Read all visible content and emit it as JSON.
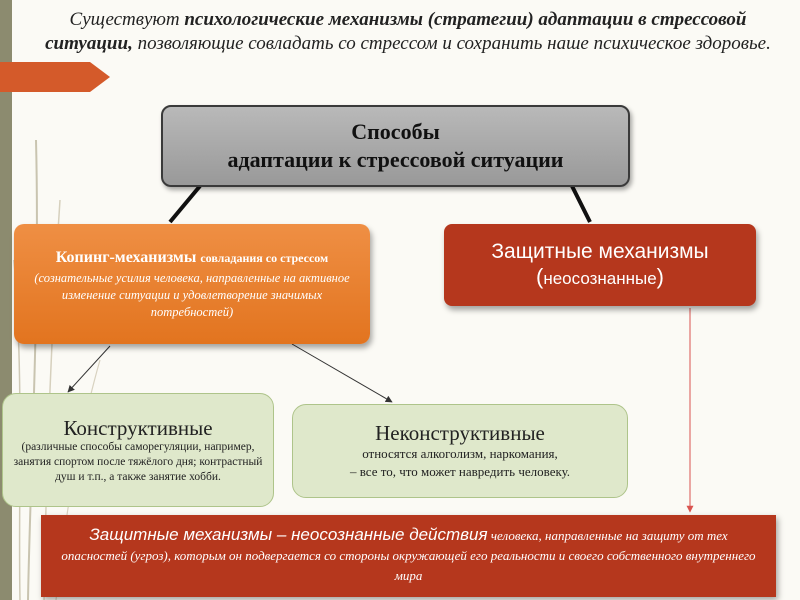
{
  "heading": {
    "part1": "Существуют ",
    "bold1": "психологические механизмы (стратегии) адаптации в стрессовой ситуации,",
    "part2": " позволяющие совладать со стрессом и сохранить наше психическое здоровье."
  },
  "main_box": {
    "line1": "Способы",
    "line2": "адаптации к стрессовой ситуации"
  },
  "coping_box": {
    "title": "Копинг-механизмы ",
    "title_small": "совладания со стрессом",
    "note": "(сознательные усилия человека, направленные на активное изменение ситуации и удовлетворение значимых потребностей)"
  },
  "defense_box": {
    "title": "Защитные механизмы",
    "paren_open": "(",
    "subtitle": "неосознанные",
    "paren_close": ")"
  },
  "constructive_box": {
    "title": "Конструктивные",
    "note": "(различные способы саморегуляции, например, занятия спортом после тяжёлого дня; контрастный душ и т.п., а также занятие хобби."
  },
  "nonconstructive_box": {
    "title": "Неконструктивные",
    "note1": "относятся алкоголизм, наркомания,",
    "note2": "– все то, что может навредить человеку."
  },
  "bottom_box": {
    "lead": "Защитные механизмы – неосознанные действия",
    "rest": " человека, направленные на защиту от тех опасностей (угроз), которым он подвергается со стороны окружающей его реальности и своего собственного внутреннего мира"
  },
  "colors": {
    "orange": "#e8802c",
    "dark_red": "#b5371d",
    "gray": "#a9a9a9",
    "light_green": "#dfe8cb",
    "ribbon": "#d45a2a"
  }
}
